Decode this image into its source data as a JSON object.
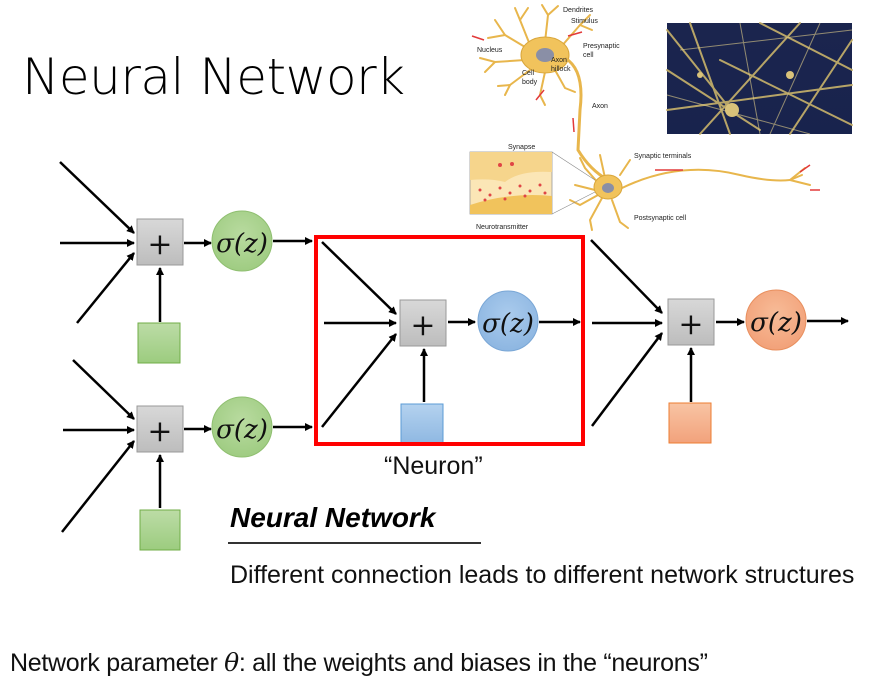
{
  "slide": {
    "title": "Neural Network",
    "subheading": "Neural Network",
    "description": "Different connection leads to different network structures",
    "footer_prefix": "Network parameter ",
    "footer_symbol": "θ",
    "footer_suffix": ": all the weights and biases in the “neurons”"
  },
  "diagram": {
    "sum_symbol": "+",
    "activation_label": "σ(z)",
    "highlight_label": "“Neuron”",
    "colors": {
      "layer1": "#a9d18e",
      "layer1_border": "#70ad47",
      "highlight_neuron": "#9dc3e6",
      "highlight_border": "#5b9bd5",
      "output_neuron": "#f4b183",
      "output_border": "#ed7d31",
      "sum_box": "#c8c8c8",
      "highlight_box": "#ff0000"
    },
    "neurons": [
      {
        "id": "layer1-top",
        "color_key": "layer1"
      },
      {
        "id": "layer1-bottom",
        "color_key": "layer1"
      },
      {
        "id": "highlighted",
        "color_key": "highlight_neuron"
      },
      {
        "id": "output",
        "color_key": "output_neuron"
      }
    ]
  },
  "biology": {
    "labels": {
      "dendrites": "Dendrites",
      "stimulus": "Stimulus",
      "nucleus": "Nucleus",
      "cell_body": "Cell body",
      "axon_hillock": "Axon hillock",
      "presynaptic_cell": "Presynaptic cell",
      "axon": "Axon",
      "synapse": "Synapse",
      "synaptic_terminals": "Synaptic terminals",
      "neurotransmitter": "Neurotransmitter",
      "postsynaptic_cell": "Postsynaptic cell"
    }
  }
}
